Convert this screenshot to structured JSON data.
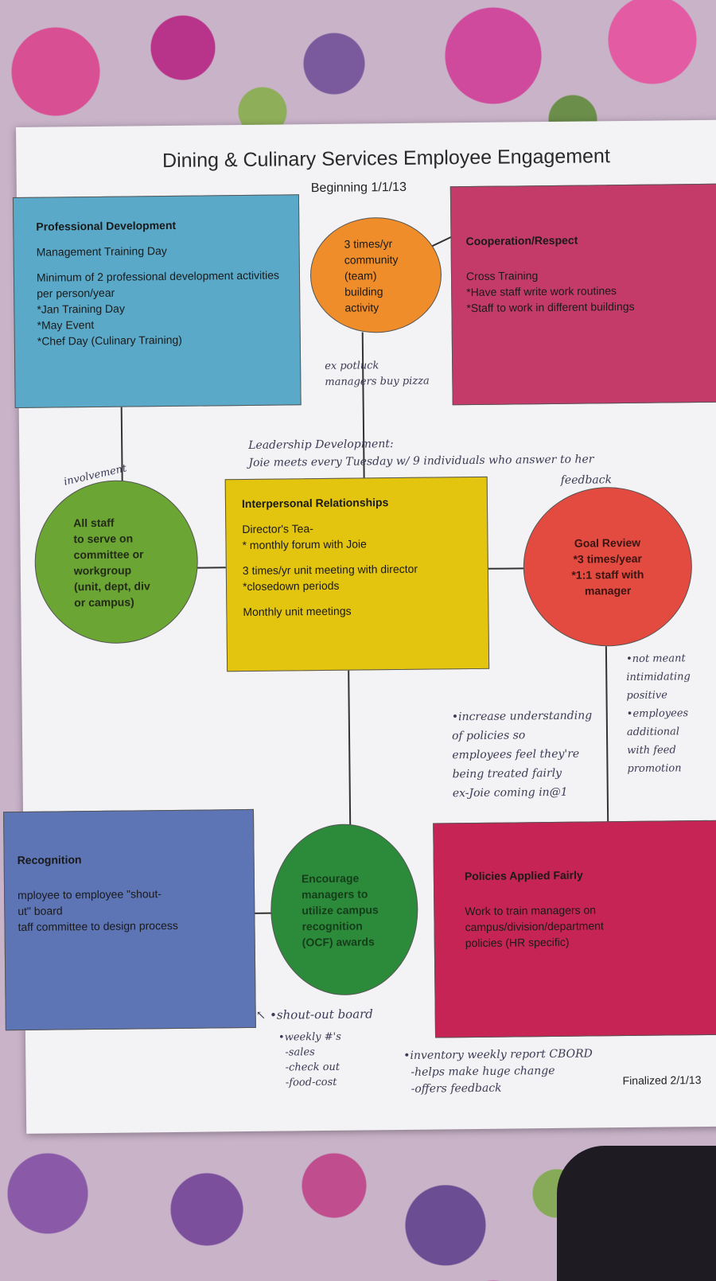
{
  "title": "Dining & Culinary Services Employee Engagement",
  "subtitle": "Beginning 1/1/13",
  "finalized": "Finalized 2/1/13",
  "professional_development": {
    "heading": "Professional Development",
    "line1": "Management Training Day",
    "line2": "Minimum of 2 professional development activities per person/year",
    "line3": "*Jan Training Day",
    "line4": "*May Event",
    "line5": "*Chef Day (Culinary Training)"
  },
  "community": {
    "line1": "3 times/yr",
    "line2": "community",
    "line3": "(team)",
    "line4": "building",
    "line5": "activity"
  },
  "cooperation": {
    "heading": "Cooperation/Respect",
    "line1": "Cross Training",
    "line2": "*Have staff write work routines",
    "line3": "*Staff to work in different buildings"
  },
  "involvement": {
    "line1": "All staff",
    "line2": "to serve on",
    "line3": "committee or",
    "line4": "workgroup",
    "line5": "(unit, dept, div",
    "line6": "or campus)"
  },
  "interpersonal": {
    "heading": "Interpersonal Relationships",
    "line1": "Director's Tea-",
    "line2": "* monthly forum with Joie",
    "line3": "3 times/yr unit meeting with director",
    "line4": "*closedown periods",
    "line5": "Monthly unit meetings"
  },
  "goal_review": {
    "line1": "Goal Review",
    "line2": "*3 times/year",
    "line3": "*1:1 staff with",
    "line4": "manager"
  },
  "recognition": {
    "heading": "Recognition",
    "line1": "mployee to employee \"shout-",
    "line2": "ut\" board",
    "line3": "taff committee to design process"
  },
  "encourage": {
    "line1": "Encourage",
    "line2": "managers to",
    "line3": "utilize campus",
    "line4": "recognition",
    "line5": "(OCF) awards"
  },
  "policies": {
    "heading": "Policies Applied Fairly",
    "line1": "Work to train managers on",
    "line2": "campus/division/department",
    "line3": "policies (HR specific)"
  },
  "handwriting": {
    "potluck": "ex potluck\nmanagers buy pizza",
    "leadership": "Leadership Development:\nJoie meets every Tuesday w/ 9 individuals who answer to her",
    "involvement": "involvement",
    "feedback": "feedback",
    "not_meant": "•not meant\nintimidating\npositive\n•employees\nadditional\nwith feed\npromotion",
    "understanding": "•increase understanding\nof policies so\nemployees feel they're\nbeing treated fairly\nex-Joie coming in@1",
    "shoutout": "↖ •shout-out board",
    "weekly": "•weekly #'s\n  -sales\n  -check out\n  -food-cost",
    "inventory": "•inventory weekly report CBORD\n  -helps make huge change\n  -offers feedback"
  },
  "colors": {
    "professional_development": "#5aa9c8",
    "community": "#ee8d2a",
    "cooperation": "#c43b6a",
    "involvement": "#6ba533",
    "interpersonal": "#e3c40f",
    "goal_review": "#e34a40",
    "recognition": "#5d74b5",
    "encourage": "#2c8b3a",
    "policies": "#c52454"
  }
}
